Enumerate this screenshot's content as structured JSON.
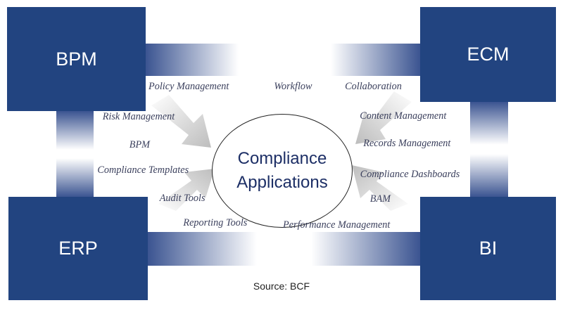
{
  "boxes": {
    "top_left": "BPM",
    "top_right": "ECM",
    "bottom_left": "ERP",
    "bottom_right": "BI"
  },
  "center": {
    "line1": "Compliance",
    "line2": "Applications"
  },
  "labels": {
    "policy": "Policy Management",
    "workflow": "Workflow",
    "collaboration": "Collaboration",
    "risk": "Risk Management",
    "bpm": "BPM",
    "templates": "Compliance Templates",
    "audit": "Audit Tools",
    "reporting": "Reporting Tools",
    "content": "Content Management",
    "records": "Records Management",
    "dashboards": "Compliance Dashboards",
    "bam": "BAM",
    "performance": "Performance Management"
  },
  "source": "Source: BCF",
  "colors": {
    "box": "#224480",
    "text": "#3a3f5c",
    "center_text": "#1d2f66"
  }
}
